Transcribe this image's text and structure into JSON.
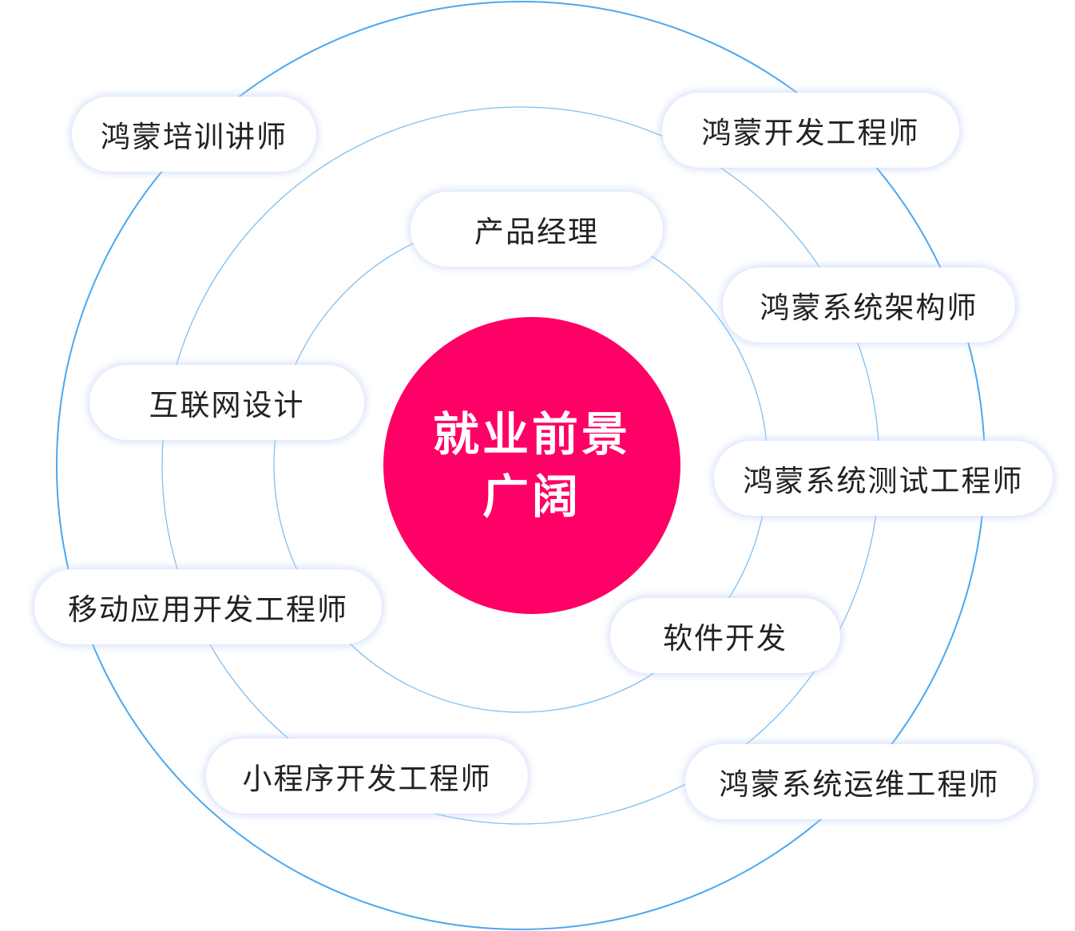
{
  "center": {
    "line1": "就业前景",
    "line2": "广阔"
  },
  "careers": [
    "鸿蒙培训讲师",
    "鸿蒙开发工程师",
    "产品经理",
    "鸿蒙系统架构师",
    "互联网设计",
    "鸿蒙系统测试工程师",
    "移动应用开发工程师",
    "软件开发",
    "小程序开发工程师",
    "鸿蒙系统运维工程师"
  ],
  "colors": {
    "center": "#fe0066",
    "ring": "#4aa8ef",
    "pill_shadow": "#c4d2f8",
    "text": "#222222"
  }
}
